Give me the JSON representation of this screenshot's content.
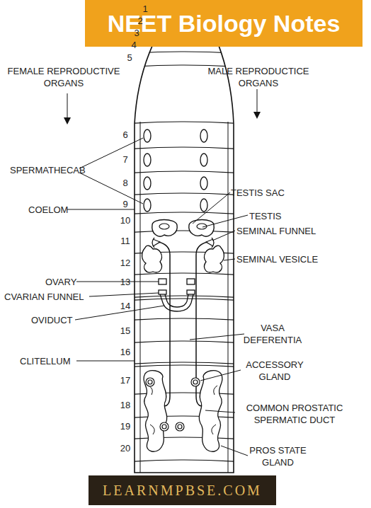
{
  "diagram": {
    "title": "NEET Biology Notes",
    "labels": [
      "FEMALE REPRODUCTIVE ORGANS",
      "MALE REPRODUCTICE ORGANS",
      "1",
      "2",
      "3",
      "4",
      "5",
      "6",
      "7",
      "8",
      "9",
      "10",
      "11",
      "12",
      "13",
      "14",
      "15",
      "16",
      "17",
      "18",
      "19",
      "20",
      "SPERMATHECAB",
      "COELOM",
      "TESTIS SAC",
      "TESTIS",
      "SEMINAL FUNNEL",
      "SEMINAL VESICLE",
      "OVARY",
      "CVARIAN FUNNEL",
      "OVIDUCT",
      "VASA DEFERENTIA",
      "CLITELLUM",
      "ACCESSORY GLAND",
      "COMMON PROSTATIC SPERMATIC DUCT",
      "PROS STATE GLAND",
      "LEARNMPBSE.COM"
    ]
  }
}
